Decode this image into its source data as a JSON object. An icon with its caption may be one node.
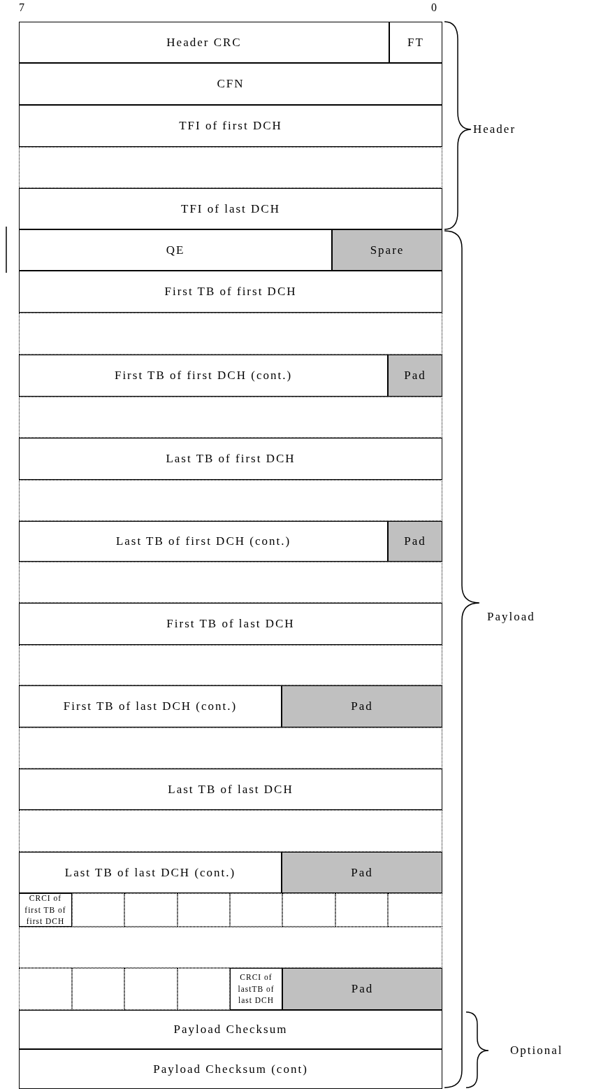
{
  "diagram": {
    "nodes": [
      {
        "text": [
          "Header CRC"
        ]
      },
      {
        "text": [
          "FT"
        ]
      },
      {
        "text": [
          "CFN"
        ]
      },
      {
        "text": [
          "TFI of first DCH"
        ]
      },
      {
        "text": [],
        "shape": "box"
      },
      {
        "text": [
          "TFI of last DCH"
        ]
      },
      {
        "text": [
          "QE"
        ]
      },
      {
        "text": [
          "Spare"
        ]
      },
      {
        "text": [
          "First TB of first DCH"
        ]
      },
      {
        "text": [],
        "shape": "box"
      },
      {
        "text": [
          "First TB of first DCH (cont.)"
        ]
      },
      {
        "text": [
          "Pad"
        ]
      },
      {
        "text": [],
        "shape": "box"
      },
      {
        "text": [
          "Last TB of first DCH"
        ]
      },
      {
        "text": [],
        "shape": "box"
      },
      {
        "text": [
          "Last TB of first DCH (cont.)"
        ]
      },
      {
        "text": [
          "Pad"
        ]
      },
      {
        "text": [],
        "shape": "box"
      },
      {
        "text": [
          "First TB of last DCH"
        ]
      },
      {
        "text": [],
        "shape": "box"
      },
      {
        "text": [
          "First TB of last DCH (cont.)"
        ]
      },
      {
        "text": [
          "Pad"
        ]
      },
      {
        "text": [],
        "shape": "box"
      },
      {
        "text": [
          "Last TB of last DCH"
        ]
      },
      {
        "text": [],
        "shape": "box"
      },
      {
        "text": [
          "Last TB of last DCH (cont.)"
        ]
      },
      {
        "text": [
          "Pad"
        ]
      },
      {
        "text": [
          "CRCI of first TB of first DCH"
        ]
      },
      {
        "text": [],
        "shape": "box"
      },
      {
        "text": [],
        "shape": "box"
      },
      {
        "text": [],
        "shape": "box"
      },
      {
        "text": [],
        "shape": "box"
      },
      {
        "text": [],
        "shape": "box"
      },
      {
        "text": [],
        "shape": "box"
      },
      {
        "text": [],
        "shape": "box"
      },
      {
        "text": [],
        "shape": "box"
      },
      {
        "text": [],
        "shape": "box"
      },
      {
        "text": [],
        "shape": "box"
      },
      {
        "text": [],
        "shape": "box"
      },
      {
        "text": [],
        "shape": "box"
      },
      {
        "text": [
          "CRCI of lastTB of last DCH"
        ]
      },
      {
        "text": [
          "Pad"
        ]
      },
      {
        "text": [
          "Payload Checksum"
        ]
      },
      {
        "text": [
          "Payload Checksum (cont)"
        ]
      }
    ],
    "labels": [
      "7",
      "0",
      "Header",
      "Payload",
      "Optional"
    ]
  }
}
